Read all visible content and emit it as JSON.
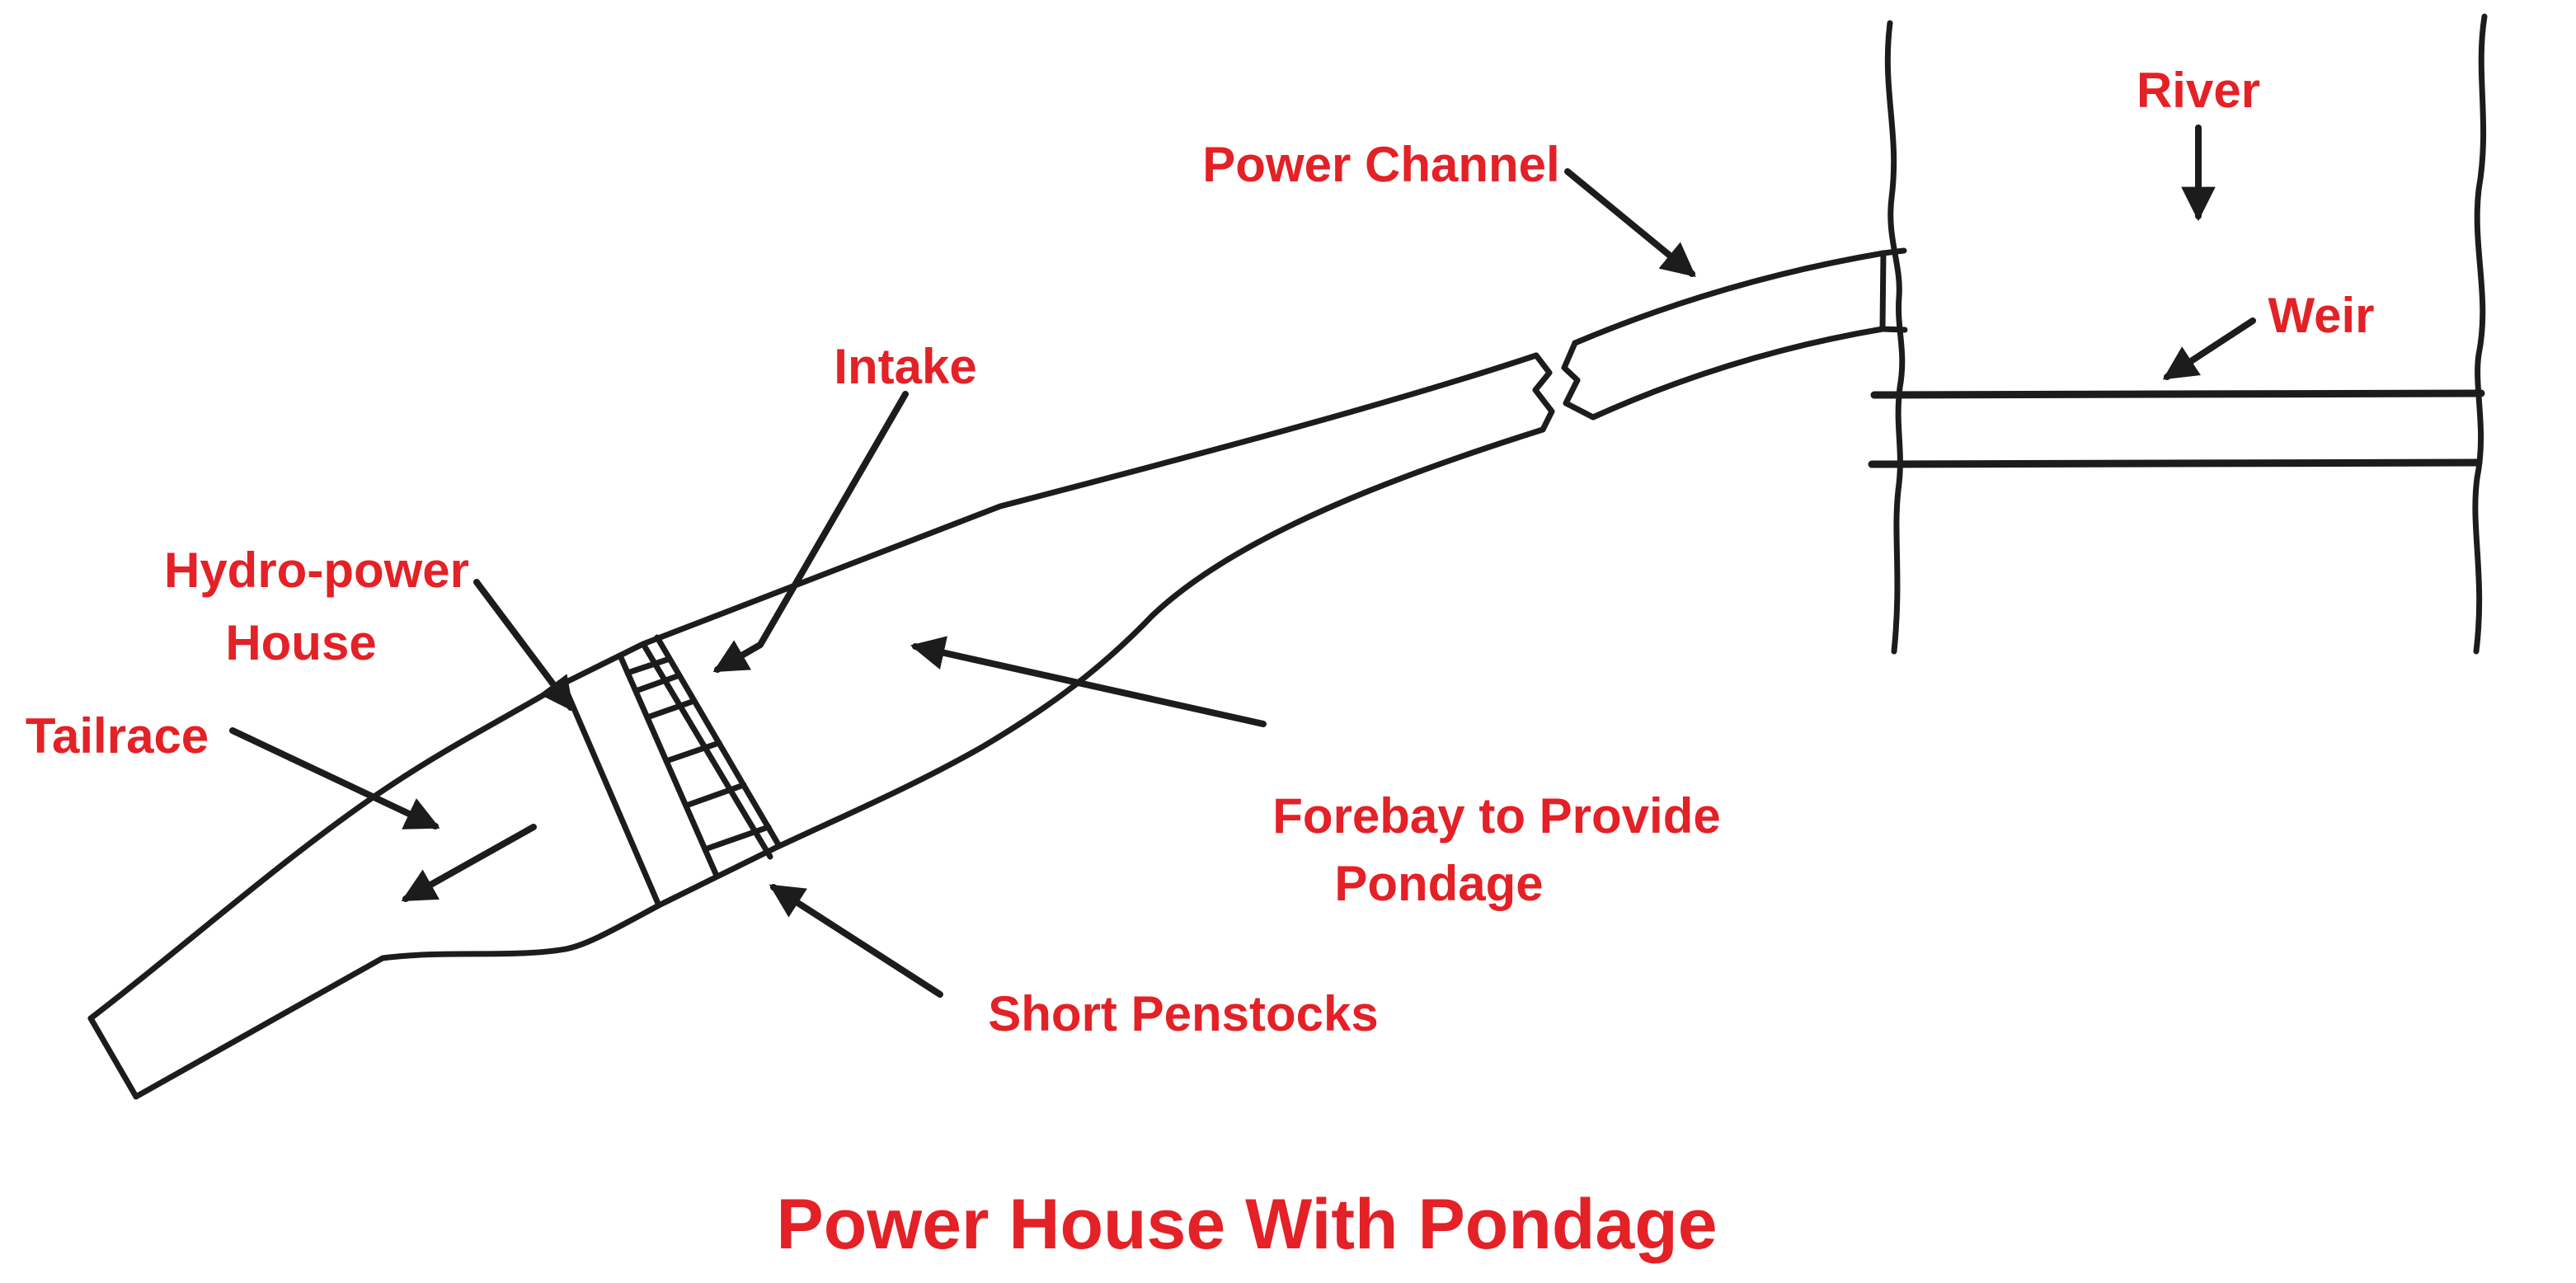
{
  "diagram": {
    "title": "Power House With Pondage",
    "colors": {
      "label_red": "#e32126",
      "ink_black": "#1c1c1c",
      "background": "#ffffff"
    },
    "labels": {
      "river": "River",
      "weir": "Weir",
      "power_channel": "Power Channel",
      "intake": "Intake",
      "hydro_power_house_line1": "Hydro-power",
      "hydro_power_house_line2": "House",
      "tailrace": "Tailrace",
      "forebay_line1": "Forebay to Provide",
      "forebay_line2": "Pondage",
      "short_penstocks": "Short Penstocks"
    }
  }
}
